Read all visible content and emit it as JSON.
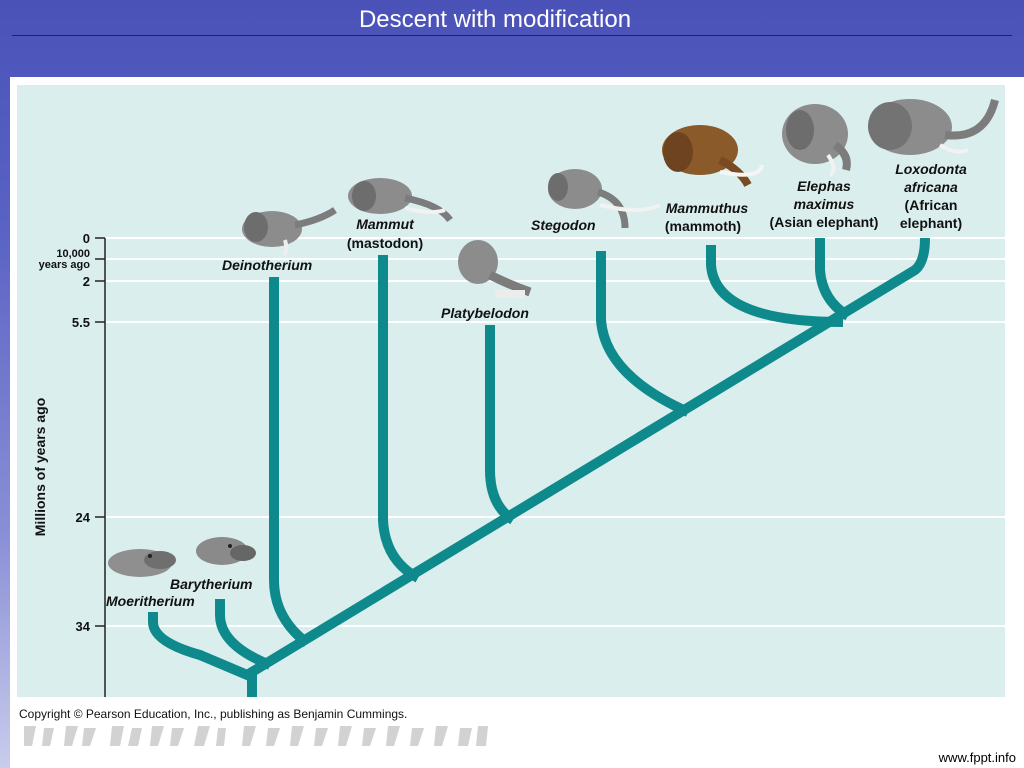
{
  "slide": {
    "title": "Descent with modification",
    "copyright": "Copyright © Pearson Education, Inc., publishing as Benjamin Cummings.",
    "watermark": "www.fppt.info"
  },
  "figure": {
    "axis_title": "Millions of years ago",
    "ticks": [
      {
        "value": "0"
      },
      {
        "value": "10,000"
      },
      {
        "value": "years ago"
      },
      {
        "value": "2"
      },
      {
        "value": "5.5"
      },
      {
        "value": "24"
      },
      {
        "value": "34"
      }
    ],
    "taxa": {
      "moeritherium": {
        "name": "Moeritherium"
      },
      "barytherium": {
        "name": "Barytherium"
      },
      "deinotherium": {
        "name": "Deinotherium"
      },
      "mammut": {
        "name": "Mammut",
        "common": "(mastodon)"
      },
      "platybelodon": {
        "name": "Platybelodon"
      },
      "stegodon": {
        "name": "Stegodon"
      },
      "mammuthus": {
        "name": "Mammuthus",
        "common": "(mammoth)"
      },
      "elephas": {
        "name_line1": "Elephas",
        "name_line2": "maximus",
        "common": "(Asian elephant)"
      },
      "loxodonta": {
        "name_line1": "Loxodonta",
        "name_line2": "africana",
        "common_line1": "(African",
        "common_line2": "elephant)"
      }
    },
    "colors": {
      "branch": "#0f8a8c",
      "background": "#d9eeed",
      "gridline": "#ffffff"
    }
  }
}
